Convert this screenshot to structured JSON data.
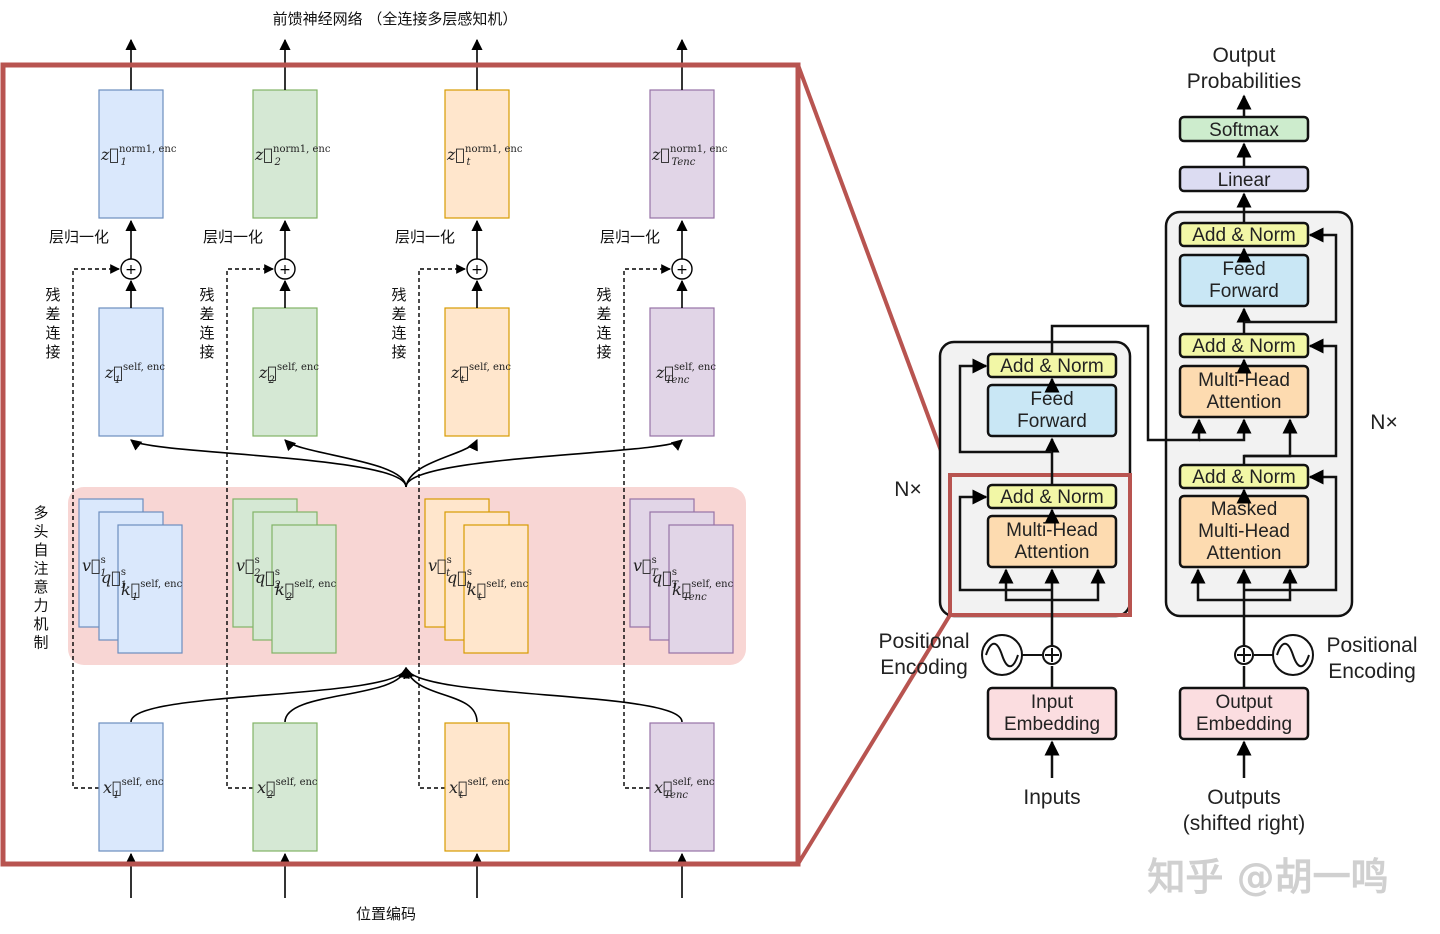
{
  "left": {
    "top_title": "前馈神经网络 （全连接多层感知机）",
    "bottom_label": "位置编码",
    "layer_norm_label": "层归一化",
    "residual_label": "残差连接",
    "attention_label": "多头自注意力机制",
    "plus_symbol": "+",
    "columns": [
      {
        "norm_sub": "1",
        "self_sub": "1",
        "x_sub": "1",
        "k_sub": "1",
        "v_sub": "1",
        "q_sub": "1",
        "fill": "#dae8fc",
        "stroke": "#6c8ebf"
      },
      {
        "norm_sub": "2",
        "self_sub": "2",
        "x_sub": "2",
        "k_sub": "2",
        "v_sub": "2",
        "q_sub": "2",
        "fill": "#d5e8d4",
        "stroke": "#82b366"
      },
      {
        "norm_sub": "t",
        "self_sub": "t",
        "x_sub": "t",
        "k_sub": "t",
        "v_sub": "t",
        "q_sub": "t",
        "fill": "#ffe6cc",
        "stroke": "#d79b00"
      },
      {
        "norm_sub": "Tenc",
        "self_sub": "Tenc",
        "x_sub": "Tenc",
        "k_sub": "Tenc",
        "v_sub": "T",
        "q_sub": "T",
        "fill": "#e1d5e7",
        "stroke": "#9673a6"
      }
    ],
    "vars": {
      "z": "z⃗",
      "x": "x⃗",
      "k": "k⃗",
      "v": "v⃗",
      "q": "q⃗",
      "sup_norm": "norm1, enc",
      "sup_self": "self, enc",
      "sup_s": "s"
    }
  },
  "transformer": {
    "output_probabilities": [
      "Output",
      "Probabilities"
    ],
    "softmax": "Softmax",
    "linear": "Linear",
    "add_norm": "Add & Norm",
    "feed_forward": [
      "Feed",
      "Forward"
    ],
    "multi_head_attention": [
      "Multi-Head",
      "Attention"
    ],
    "masked_attention": [
      "Masked",
      "Multi-Head",
      "Attention"
    ],
    "nx": "N×",
    "positional_encoding": [
      "Positional",
      "Encoding"
    ],
    "input_embedding": [
      "Input",
      "Embedding"
    ],
    "output_embedding": [
      "Output",
      "Embedding"
    ],
    "inputs": "Inputs",
    "outputs": [
      "Outputs",
      "(shifted right)"
    ]
  },
  "watermark": "知乎 @胡一鸣",
  "colors": {
    "frame": "#b85450",
    "attention_band": "#f8cecc",
    "add_norm": "#f2f7a6",
    "feed_forward": "#c9e7f5",
    "mha": "#fddbb0",
    "embedding": "#fbdde0",
    "softmax": "#cdeccd",
    "linear": "#dcdcf2",
    "stack": "#f2f2f2"
  }
}
